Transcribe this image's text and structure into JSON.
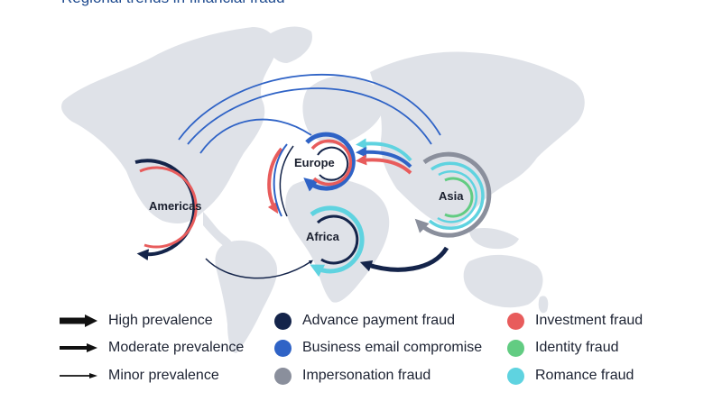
{
  "title": "Regional trends in financial fraud",
  "regions": {
    "americas": "Americas",
    "europe": "Europe",
    "asia": "Asia",
    "africa": "Africa"
  },
  "legend": {
    "prevalence": [
      {
        "label": "High prevalence",
        "weight": "high"
      },
      {
        "label": "Moderate prevalence",
        "weight": "moderate"
      },
      {
        "label": "Minor prevalence",
        "weight": "minor"
      }
    ],
    "fraud_types": [
      {
        "label": "Advance payment fraud",
        "color": "#14244a"
      },
      {
        "label": "Business email compromise",
        "color": "#2f63c6"
      },
      {
        "label": "Impersonation fraud",
        "color": "#8a8f9c"
      },
      {
        "label": "Investment fraud",
        "color": "#e85c5c"
      },
      {
        "label": "Identity fraud",
        "color": "#62cc82"
      },
      {
        "label": "Romance fraud",
        "color": "#5fd3e0"
      }
    ]
  }
}
